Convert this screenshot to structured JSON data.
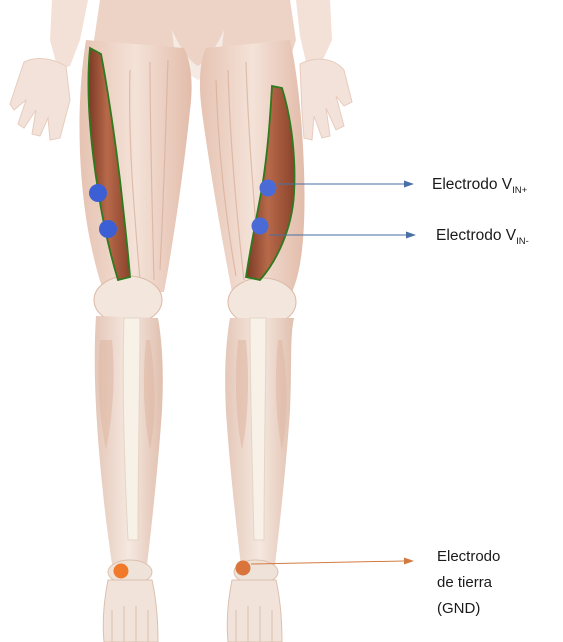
{
  "labels": {
    "vin_plus": {
      "prefix": "Electrodo V",
      "subscript": "IN+"
    },
    "vin_minus": {
      "prefix": "Electrodo V",
      "subscript": "IN-"
    },
    "ground": {
      "line1": "Electrodo",
      "line2": "de tierra",
      "line3": "(GND)"
    }
  },
  "colors": {
    "background": "#ffffff",
    "skin": "#f1dbcf",
    "skin_shadow": "#e2bfae",
    "muscle_highlight": "#a4583b",
    "muscle_outline": "#2e7a1e",
    "bone": "#f3ece0",
    "signal_electrode": "#3c5fd4",
    "signal_arrow": "#4a6fa5",
    "ground_electrode": "#e8772e",
    "ground_arrow": "#d37a40"
  },
  "icons": {
    "signal_electrode": "circle",
    "ground_electrode": "circle",
    "arrow": "arrow-right"
  }
}
